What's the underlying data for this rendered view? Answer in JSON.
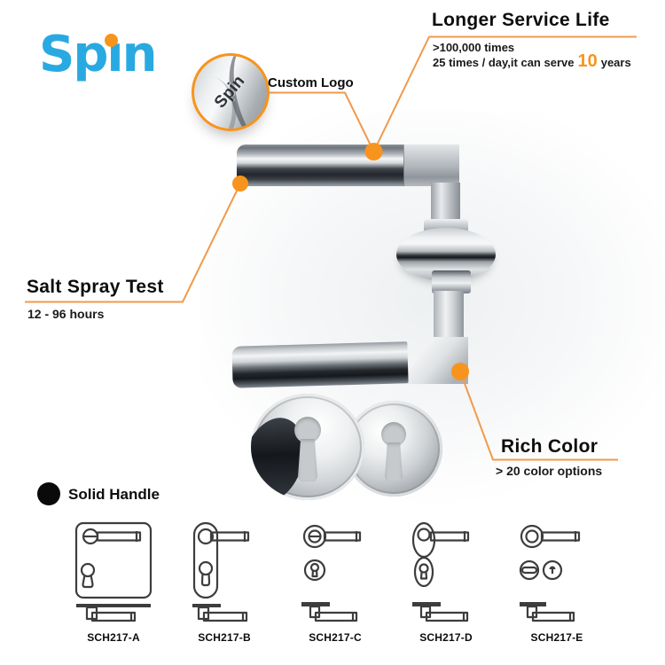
{
  "logo": {
    "text": "Spin",
    "part_sp": "Sp",
    "part_i": "ı",
    "part_n": "n"
  },
  "magnifier": {
    "engraved_text": "Spin",
    "label": "Custom Logo"
  },
  "callouts": {
    "service_life": {
      "title": "Longer Service Life",
      "line1": ">100,000 times",
      "line2_prefix": "25 times / day,it can serve",
      "line2_highlight": "10",
      "line2_suffix": "years"
    },
    "salt_spray": {
      "title": "Salt Spray Test",
      "subtitle": "12 - 96 hours"
    },
    "rich_color": {
      "title": "Rich Color",
      "subtitle": "> 20 color options"
    },
    "solid_handle": {
      "label": "Solid Handle"
    }
  },
  "variants": {
    "items": [
      {
        "label": "SCH217-A",
        "icon": "square-plate-lever-drawing"
      },
      {
        "label": "SCH217-B",
        "icon": "long-plate-lever-drawing"
      },
      {
        "label": "SCH217-C",
        "icon": "round-rose-lever-drawing"
      },
      {
        "label": "SCH217-D",
        "icon": "oval-rose-lever-drawing"
      },
      {
        "label": "SCH217-E",
        "icon": "wc-turn-rose-lever-drawing"
      }
    ]
  },
  "colors": {
    "accent_orange": "#f7941d",
    "leader_line_orange": "#f09a4c",
    "brand_blue": "#29a9e1",
    "text_black": "#111111",
    "drawing_stroke": "#3d3d3d"
  }
}
